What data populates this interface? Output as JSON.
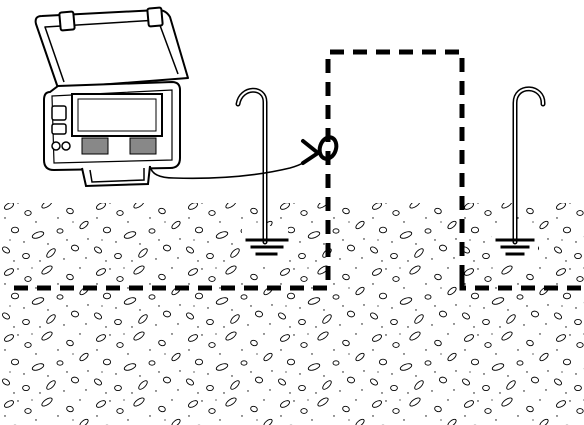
{
  "diagram": {
    "description_visible_text": "",
    "colors": {
      "ink": "#000000",
      "background": "#ffffff",
      "display_panel": "#888888"
    },
    "elements": [
      "tester-case",
      "tester-lid",
      "tester-display",
      "tester-buttons",
      "tester-handle",
      "test-lead-cable",
      "clamp-probe",
      "ground-rod-left",
      "ground-rod-right",
      "ground-symbol-left",
      "ground-symbol-right",
      "buried-conductor-loop",
      "soil-layer"
    ]
  }
}
